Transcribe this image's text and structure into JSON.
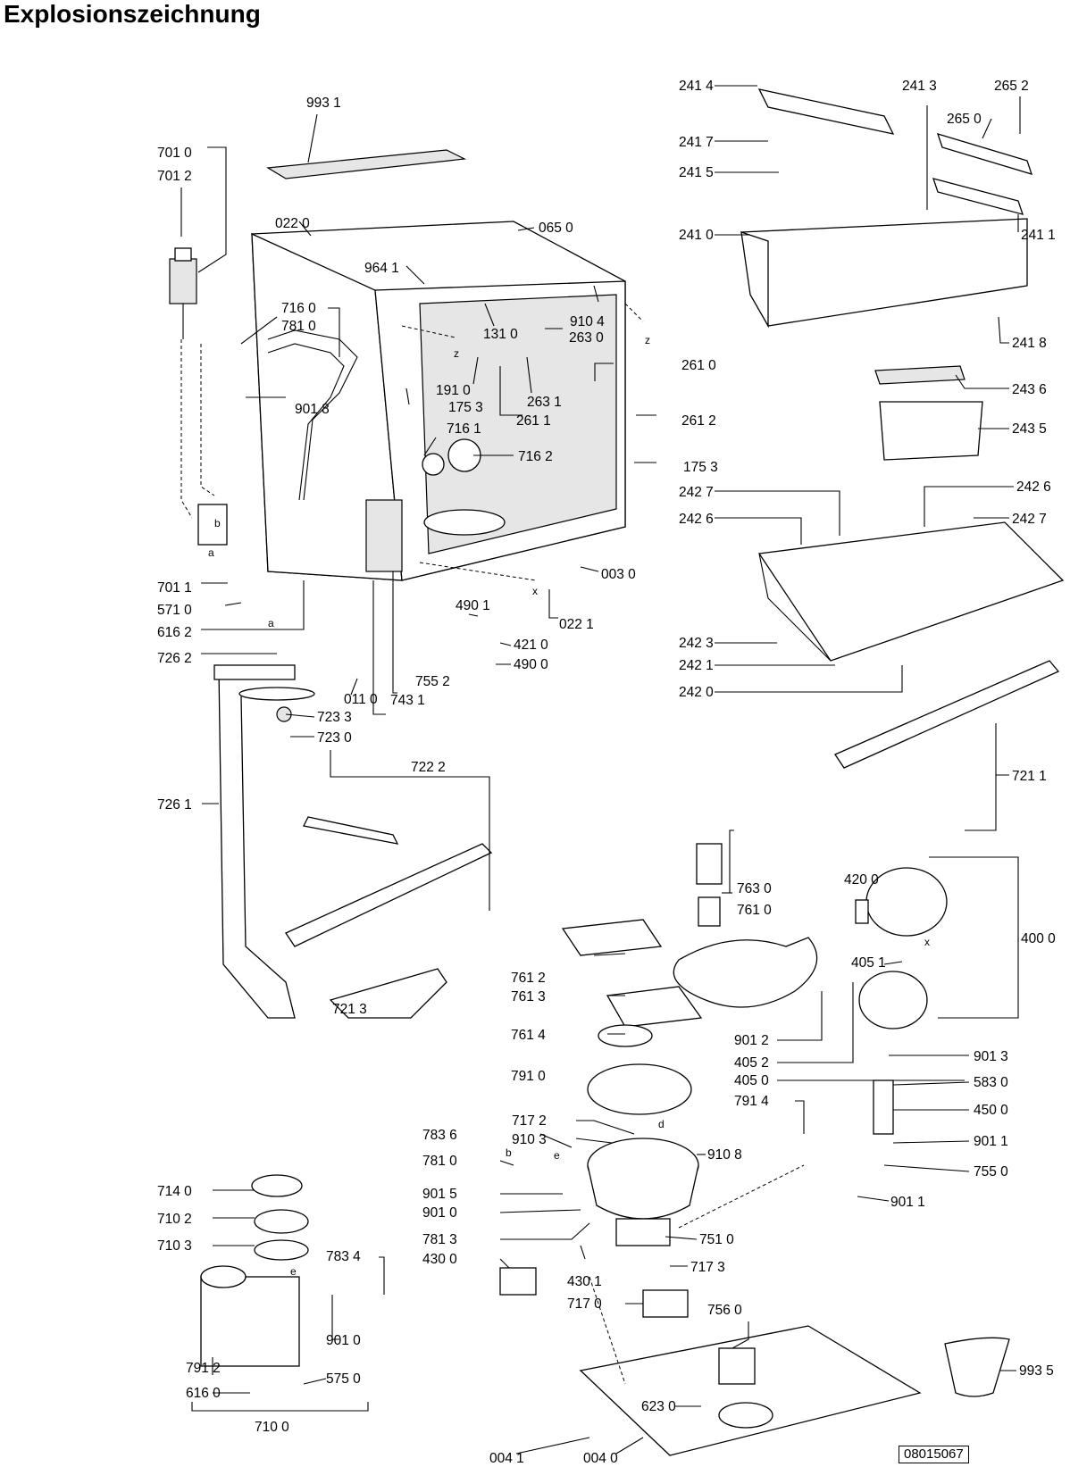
{
  "title": "Explosionszeichnung",
  "drawing_id": "08015067",
  "letters": [
    "z",
    "z",
    "x",
    "b",
    "a",
    "a",
    "x",
    "d",
    "e",
    "b",
    "e"
  ],
  "part_labels": [
    "993 1",
    "701 0",
    "701 2",
    "022 0",
    "065 0",
    "964 1",
    "716 0",
    "781 0",
    "910 4",
    "263 0",
    "131 0",
    "901 8",
    "261 0",
    "191 0",
    "175 3",
    "263 1",
    "261 1",
    "261 2",
    "716 1",
    "716 2",
    "175 3",
    "701 1",
    "003 0",
    "571 0",
    "490 1",
    "022 1",
    "616 2",
    "421 0",
    "490 0",
    "726 2",
    "755 2",
    "011 0",
    "743 1",
    "723 3",
    "723 0",
    "722 2",
    "726 1",
    "721 3",
    "241 4",
    "241 3",
    "265 2",
    "265 0",
    "241 7",
    "241 5",
    "241 0",
    "241 1",
    "241 8",
    "243 6",
    "243 5",
    "242 7",
    "242 6",
    "242 6",
    "242 7",
    "242 3",
    "242 1",
    "242 0",
    "721 1",
    "763 0",
    "761 0",
    "420 0",
    "400 0",
    "761 2",
    "405 1",
    "761 3",
    "761 4",
    "901 2",
    "405 2",
    "405 0",
    "901 3",
    "791 0",
    "583 0",
    "791 4",
    "450 0",
    "717 2",
    "910 3",
    "783 6",
    "910 8",
    "901 1",
    "781 0",
    "755 0",
    "901 5",
    "901 1",
    "901 0",
    "781 3",
    "751 0",
    "430 0",
    "430 1",
    "717 3",
    "717 0",
    "756 0",
    "714 0",
    "710 2",
    "710 3",
    "783 4",
    "901 0",
    "791 2",
    "616 0",
    "575 0",
    "710 0",
    "623 0",
    "993 5",
    "004 1",
    "004 0"
  ]
}
